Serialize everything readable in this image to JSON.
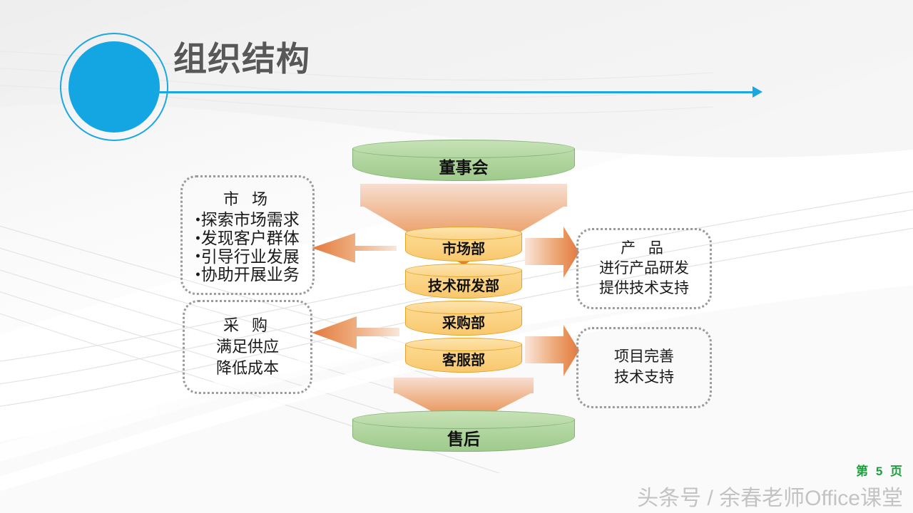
{
  "slide": {
    "title": "组织结构",
    "page_label": "第 5 页",
    "watermark": "头条号 / 余春老师Office课堂"
  },
  "colors": {
    "accent_blue": "#14A6E2",
    "title_gray": "#585858",
    "cylinder_green": "#aed49c",
    "cylinder_yellow": "#fbd282",
    "arrow_orange": "#E8873C",
    "page_number_green": "#1e9e3e",
    "callout_border": "#9a9a9a"
  },
  "diagram": {
    "top_node": {
      "label": "董事会"
    },
    "bottom_node": {
      "label": "售后"
    },
    "center_nodes": [
      {
        "label": "市场部"
      },
      {
        "label": "技术研发部"
      },
      {
        "label": "采购部"
      },
      {
        "label": "客服部"
      }
    ],
    "left_callouts": [
      {
        "head": "市 场",
        "bullets": [
          "探索市场需求",
          "发现客户群体",
          "引导行业发展",
          "协助开展业务"
        ]
      },
      {
        "head": "采 购",
        "lines": [
          "满足供应",
          "降低成本"
        ]
      }
    ],
    "right_callouts": [
      {
        "head": "产 品",
        "lines": [
          "进行产品研发",
          "提供技术支持"
        ]
      },
      {
        "head": "",
        "lines": [
          "项目完善",
          "技术支持"
        ]
      }
    ],
    "arrows": [
      {
        "name": "board-to-market",
        "direction": "down"
      },
      {
        "name": "market-to-left-callout",
        "direction": "left"
      },
      {
        "name": "purchase-to-left-callout",
        "direction": "left"
      },
      {
        "name": "center-to-product-callout",
        "direction": "right"
      },
      {
        "name": "center-to-project-callout",
        "direction": "right"
      },
      {
        "name": "center-to-aftersales",
        "direction": "down"
      }
    ]
  }
}
